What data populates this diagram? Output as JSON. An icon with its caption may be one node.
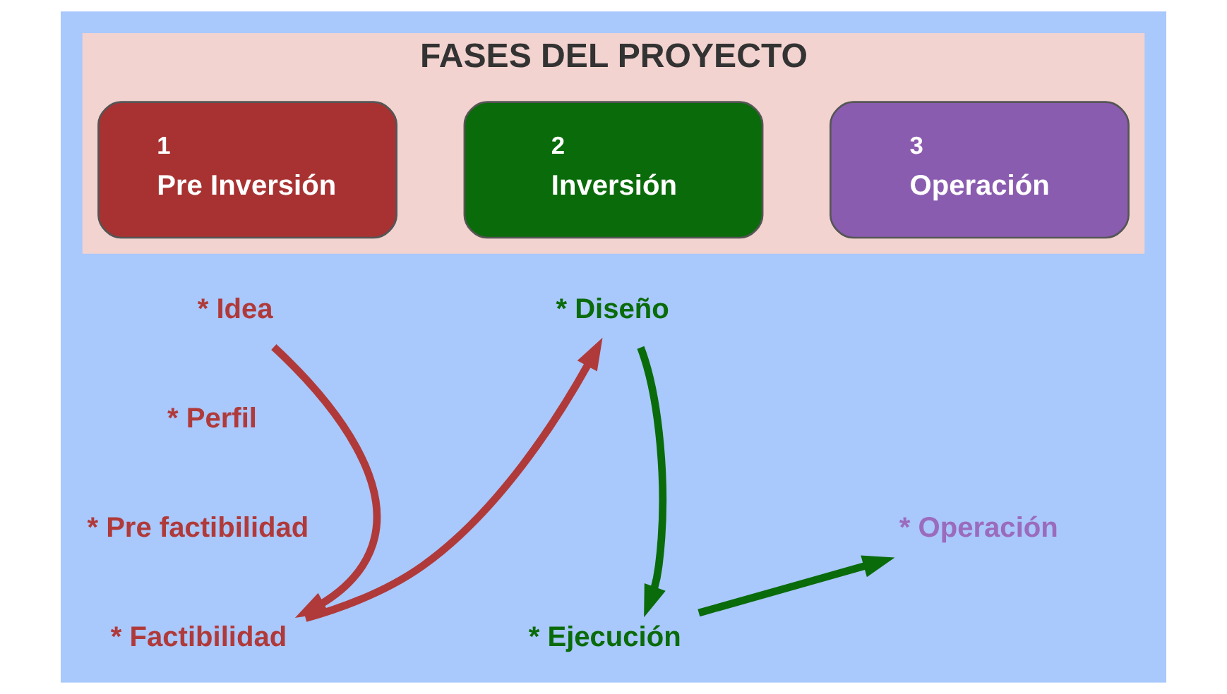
{
  "diagram": {
    "nodes": [
      {
        "text": [
          "FASES DEL PROYECTO"
        ]
      },
      {
        "text": [
          "1",
          "Pre Inversión"
        ],
        "in": 0
      },
      {
        "text": [
          "2",
          "Inversión"
        ],
        "in": 0
      },
      {
        "text": [
          "3",
          "Operación"
        ],
        "in": 0
      },
      {
        "text": [
          "* Idea"
        ]
      },
      {
        "text": [
          "* Perfil"
        ]
      },
      {
        "text": [
          "* Pre factibilidad"
        ]
      },
      {
        "text": [
          "* Factibilidad"
        ]
      },
      {
        "text": [
          "* Diseño"
        ]
      },
      {
        "text": [
          "* Ejecución"
        ]
      },
      {
        "text": [
          "* Operación"
        ]
      }
    ],
    "edges": [
      {
        "from": 4,
        "to": 7,
        "arrow": "to",
        "color": "#b03a3a"
      },
      {
        "from": 7,
        "to": 8,
        "arrow": "to",
        "color": "#b03a3a"
      },
      {
        "from": 8,
        "to": 9,
        "arrow": "to",
        "color": "#0a6b0a"
      },
      {
        "from": 9,
        "to": 10,
        "arrow": "to",
        "color": "#0a6b0a"
      }
    ]
  }
}
